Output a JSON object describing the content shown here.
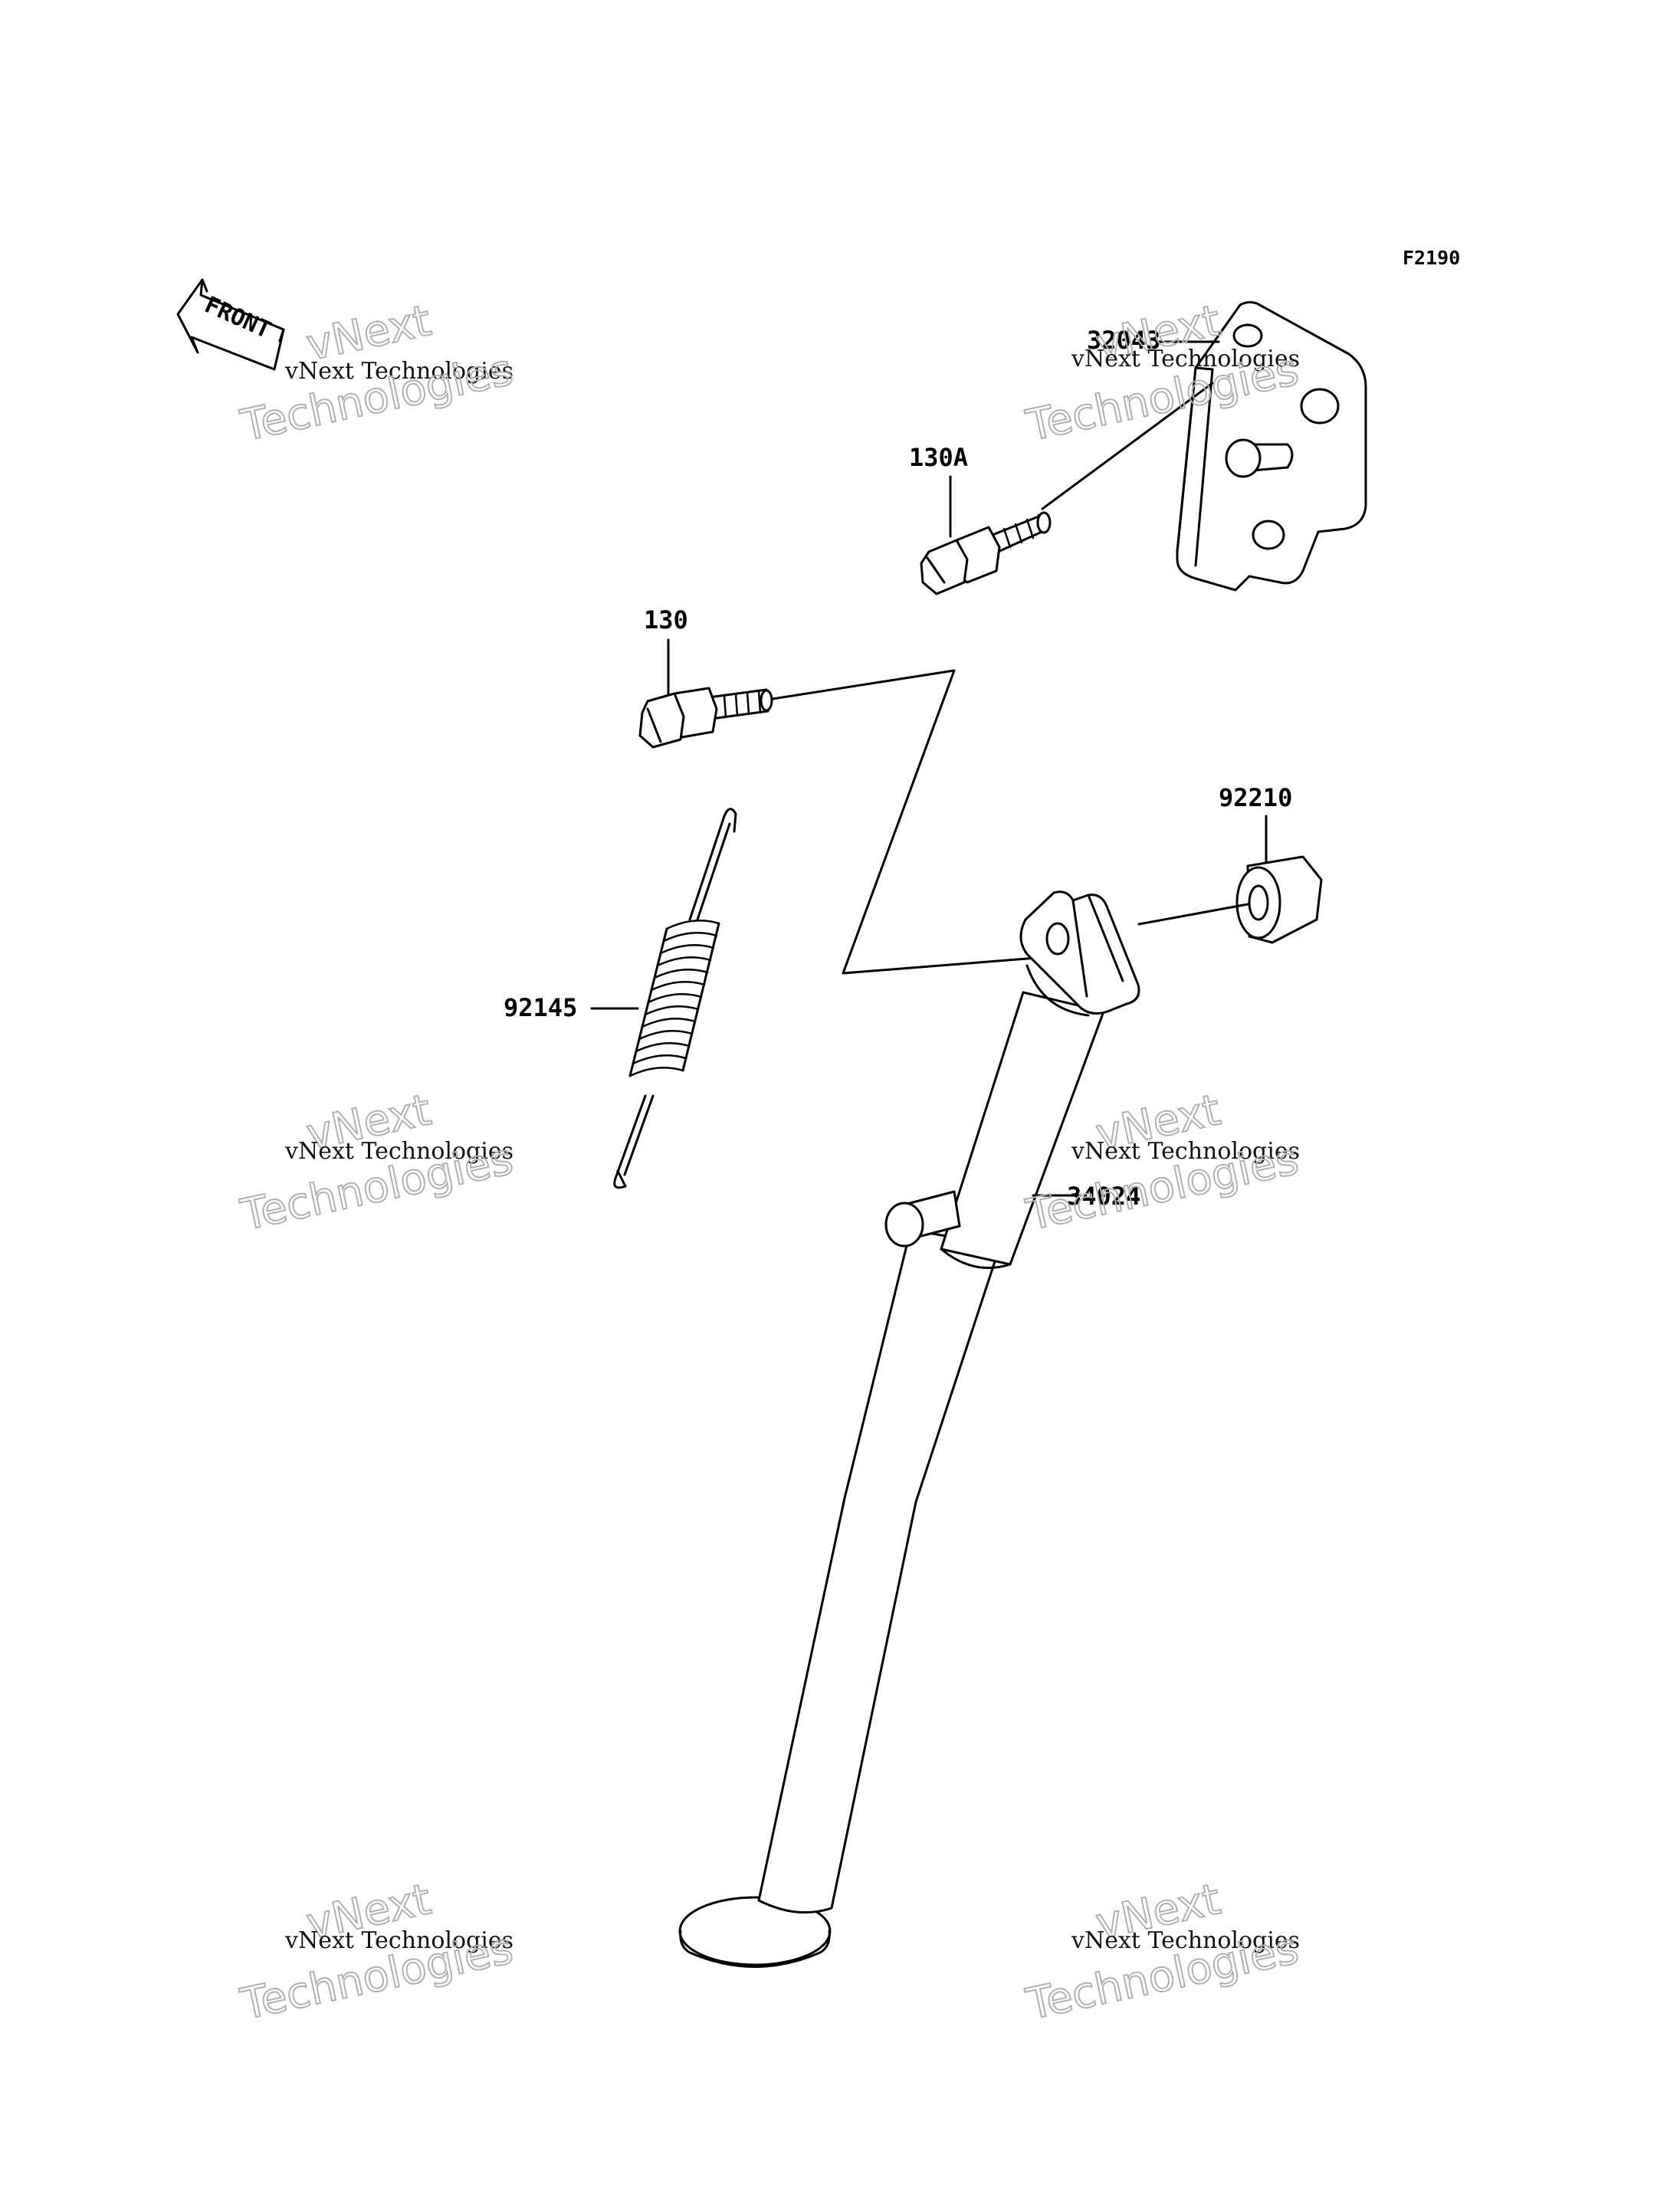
{
  "figure_code": "F2190",
  "front_label": "FRONT",
  "parts": [
    {
      "id": "bracket",
      "number": "32043"
    },
    {
      "id": "bolt-130a",
      "number": "130A"
    },
    {
      "id": "bolt-130",
      "number": "130"
    },
    {
      "id": "nut",
      "number": "92210"
    },
    {
      "id": "spring",
      "number": "92145"
    },
    {
      "id": "side-stand",
      "number": "34024"
    }
  ],
  "watermark": {
    "brand": "vNext",
    "small": "vNext Technologies",
    "large": "Technologies"
  }
}
